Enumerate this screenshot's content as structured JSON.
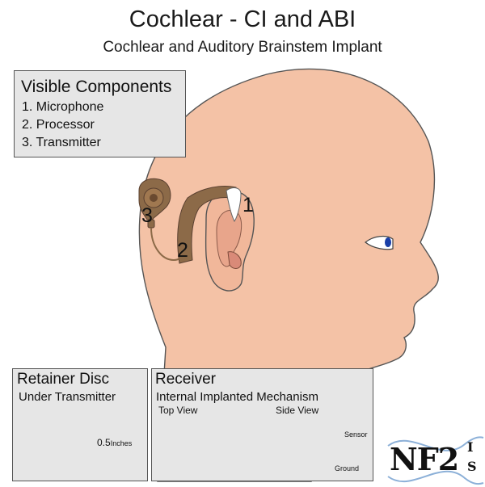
{
  "header": {
    "title": "Cochlear - CI and ABI",
    "subtitle": "Cochlear and Auditory Brainstem Implant"
  },
  "visible_components": {
    "heading": "Visible Components",
    "items": [
      "1. Microphone",
      "2. Processor",
      "3. Transmitter"
    ]
  },
  "markers": [
    "1",
    "2",
    "3"
  ],
  "retainer": {
    "heading": "Retainer Disc",
    "subheading": "Under Transmitter",
    "measure_value": "0.5",
    "measure_unit": "Inches"
  },
  "receiver": {
    "heading": "Receiver",
    "subheading": "Internal Implanted Mechanism",
    "top_view": "Top View",
    "side_view": "Side View",
    "sensor": "Sensor",
    "ground": "Ground"
  },
  "logo": {
    "main": "NF2",
    "sup": "I",
    "sub": "S"
  },
  "colors": {
    "skin": "#f4c2a6",
    "device": "#8c6a48",
    "panel": "#e6e6e6",
    "disc": "#e6a86a"
  }
}
